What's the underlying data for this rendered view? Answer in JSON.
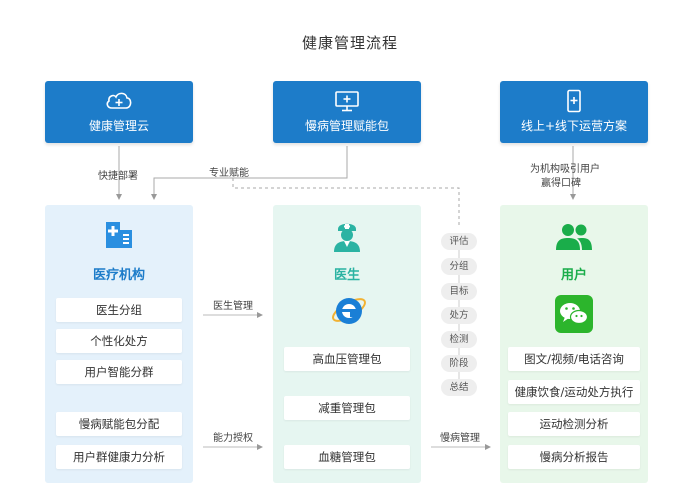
{
  "title": "健康管理流程",
  "top_boxes": {
    "left": "健康管理云",
    "mid": "慢病管理赋能包",
    "right": "线上+线下运营方案"
  },
  "connectors": {
    "deploy": "快捷部署",
    "empower": "专业赋能",
    "attract_1": "为机构吸引用户",
    "attract_2": "赢得口碑",
    "doctor_mgmt": "医生管理",
    "auth": "能力授权",
    "chronic_mgmt": "慢病管理"
  },
  "panels": {
    "left": {
      "title": "医疗机构",
      "items": [
        "医生分组",
        "个性化处方",
        "用户智能分群",
        "慢病赋能包分配",
        "用户群健康力分析"
      ]
    },
    "mid": {
      "title": "医生",
      "items": [
        "高血压管理包",
        "减重管理包",
        "血糖管理包"
      ]
    },
    "right": {
      "title": "用户",
      "items": [
        "图文/视频/电话咨询",
        "健康饮食/运动处方执行",
        "运动检测分析",
        "慢病分析报告"
      ]
    }
  },
  "steps": [
    "评估",
    "分组",
    "目标",
    "处方",
    "检测",
    "阶段",
    "总结"
  ],
  "colors": {
    "blue": "#1d7cc9",
    "teal": "#2bb3a3",
    "green": "#1aad4a",
    "wechat_green": "#2cb52c",
    "ie_blue": "#1a7fd6"
  },
  "icons": [
    "cloud-plus-icon",
    "monitor-plus-icon",
    "phone-plus-icon",
    "hospital-icon",
    "doctor-icon",
    "ie-browser-icon",
    "users-icon",
    "wechat-icon"
  ]
}
